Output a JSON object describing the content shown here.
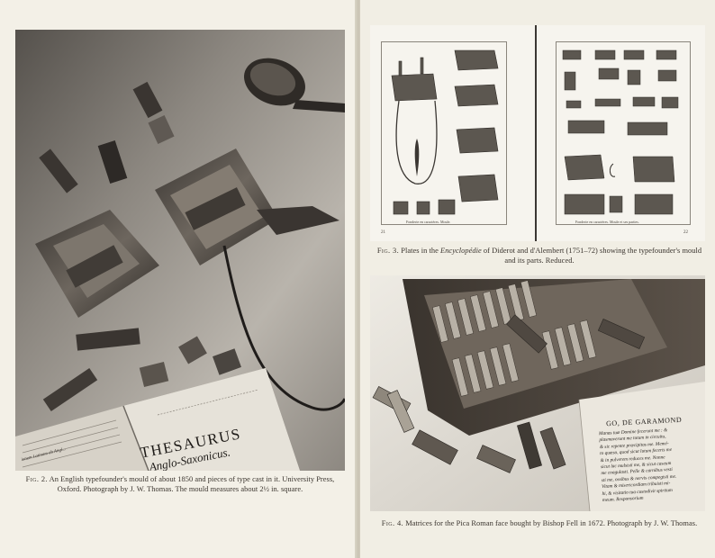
{
  "left_page": {
    "figure2": {
      "book_title": "THESAURUS",
      "book_subtitle": "Anglo-Saxonicus.",
      "book_left_text": "ionem Latinam ab Angl...",
      "caption_fig": "Fig. 2.",
      "caption_text": "An English typefounder's mould of about 1850 and pieces of type cast in it. University Press, Oxford. Photograph by J. W. Thomas. The mould measures about 2½ in. square."
    }
  },
  "right_page": {
    "figure3": {
      "plate_left_number": "21",
      "plate_right_number": "22",
      "plate_left_caption": "Fonderie en caractères. Moule.",
      "plate_right_caption": "Fonderie en caractères. Moule et ses parties.",
      "caption_fig": "Fig. 3.",
      "caption_pre": "Plates in the",
      "caption_italic": "Encyclopédie",
      "caption_post": "of Diderot and d'Alembert (1751–72) showing the typefounder's mould and its parts. Reduced."
    },
    "figure4": {
      "sheet_heading": "GO, DE GARAMOND",
      "sheet_lines": [
        "Manas tuæ Domine fecerunt me : &",
        "plasmaverunt me totum in circuitu,",
        "& sic repente præcipitas me. Memé-",
        "to quæso, quod sicut lutum feceris me",
        "& in pulverem reduces me. Nonne",
        "sicut lac mulsisti me, & sicut caseum",
        "me coagulasti. Pelle & carnibus vesti",
        "sti me, ossibus & nervis compegisti me.",
        "Vitam & misericordiam tribuisti mi-",
        "hi, & visitatio tua custodivit spiritum",
        "meum.   Responsorium"
      ],
      "caption_fig": "Fig. 4.",
      "caption_text": "Matrices for the Pica Roman face bought by Bishop Fell in 1672. Photograph by J. W. Thomas."
    }
  }
}
